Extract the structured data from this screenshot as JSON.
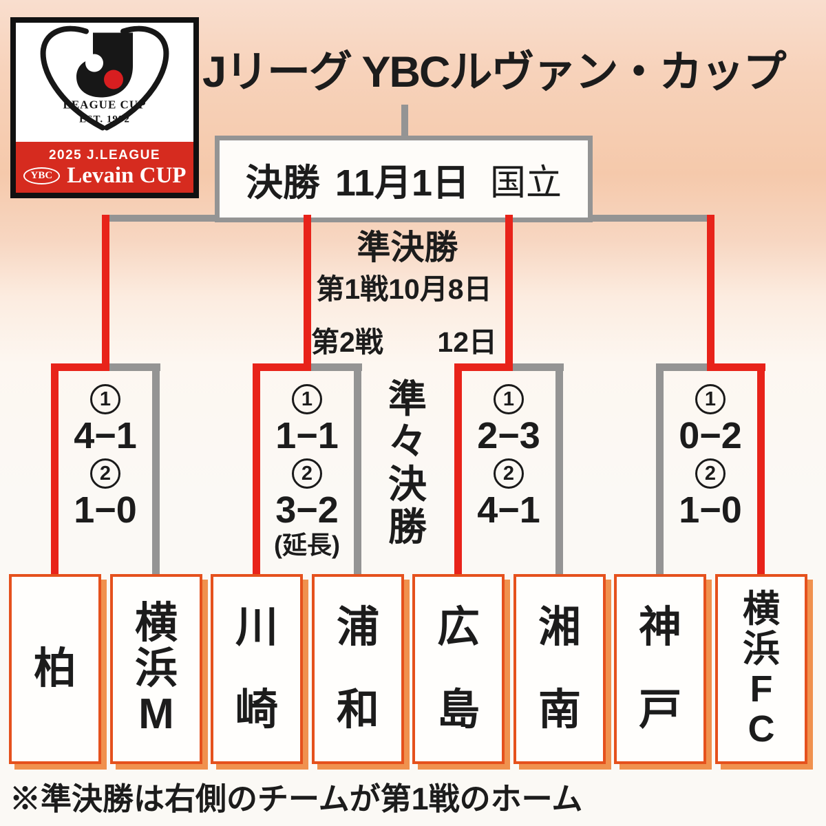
{
  "title": "Jリーグ YBCルヴァン・カップ",
  "logo": {
    "cup_text1": "LEAGUE CUP",
    "cup_text2": "EST. 1992",
    "banner_year_league": "2025 J.LEAGUE",
    "banner_ybc": "YBC",
    "banner_name": "Levain CUP"
  },
  "final": {
    "label": "決勝",
    "date": "11月1日",
    "venue": "国立"
  },
  "semifinal": {
    "label": "準決勝",
    "leg1_label": "第1戦",
    "leg1_date": "10月8日",
    "leg2_label": "第2戦",
    "leg2_date": "12日"
  },
  "quarterfinal_label": "準々決勝",
  "leg_numbers": {
    "first": "1",
    "second": "2"
  },
  "ties": [
    {
      "left_team": "柏",
      "right_team": "横浜M",
      "leg1_score": "4−1",
      "leg2_score": "1−0",
      "note": "",
      "winner": "left"
    },
    {
      "left_team": "川崎",
      "right_team": "浦和",
      "leg1_score": "1−1",
      "leg2_score": "3−2",
      "note": "(延長)",
      "winner": "left"
    },
    {
      "left_team": "広島",
      "right_team": "湘南",
      "leg1_score": "2−3",
      "leg2_score": "4−1",
      "note": "",
      "winner": "left"
    },
    {
      "left_team": "神戸",
      "right_team": "横浜FC",
      "leg1_score": "0−2",
      "leg2_score": "1−0",
      "note": "",
      "winner": "right"
    }
  ],
  "footnote": "※準決勝は右側のチームが第1戦のホーム",
  "colors": {
    "winner_path": "#e8231a",
    "pending_path": "#949494",
    "team_box_border": "#e5511d",
    "team_box_shadow": "#f0914e",
    "banner_red": "#d62b1f"
  }
}
